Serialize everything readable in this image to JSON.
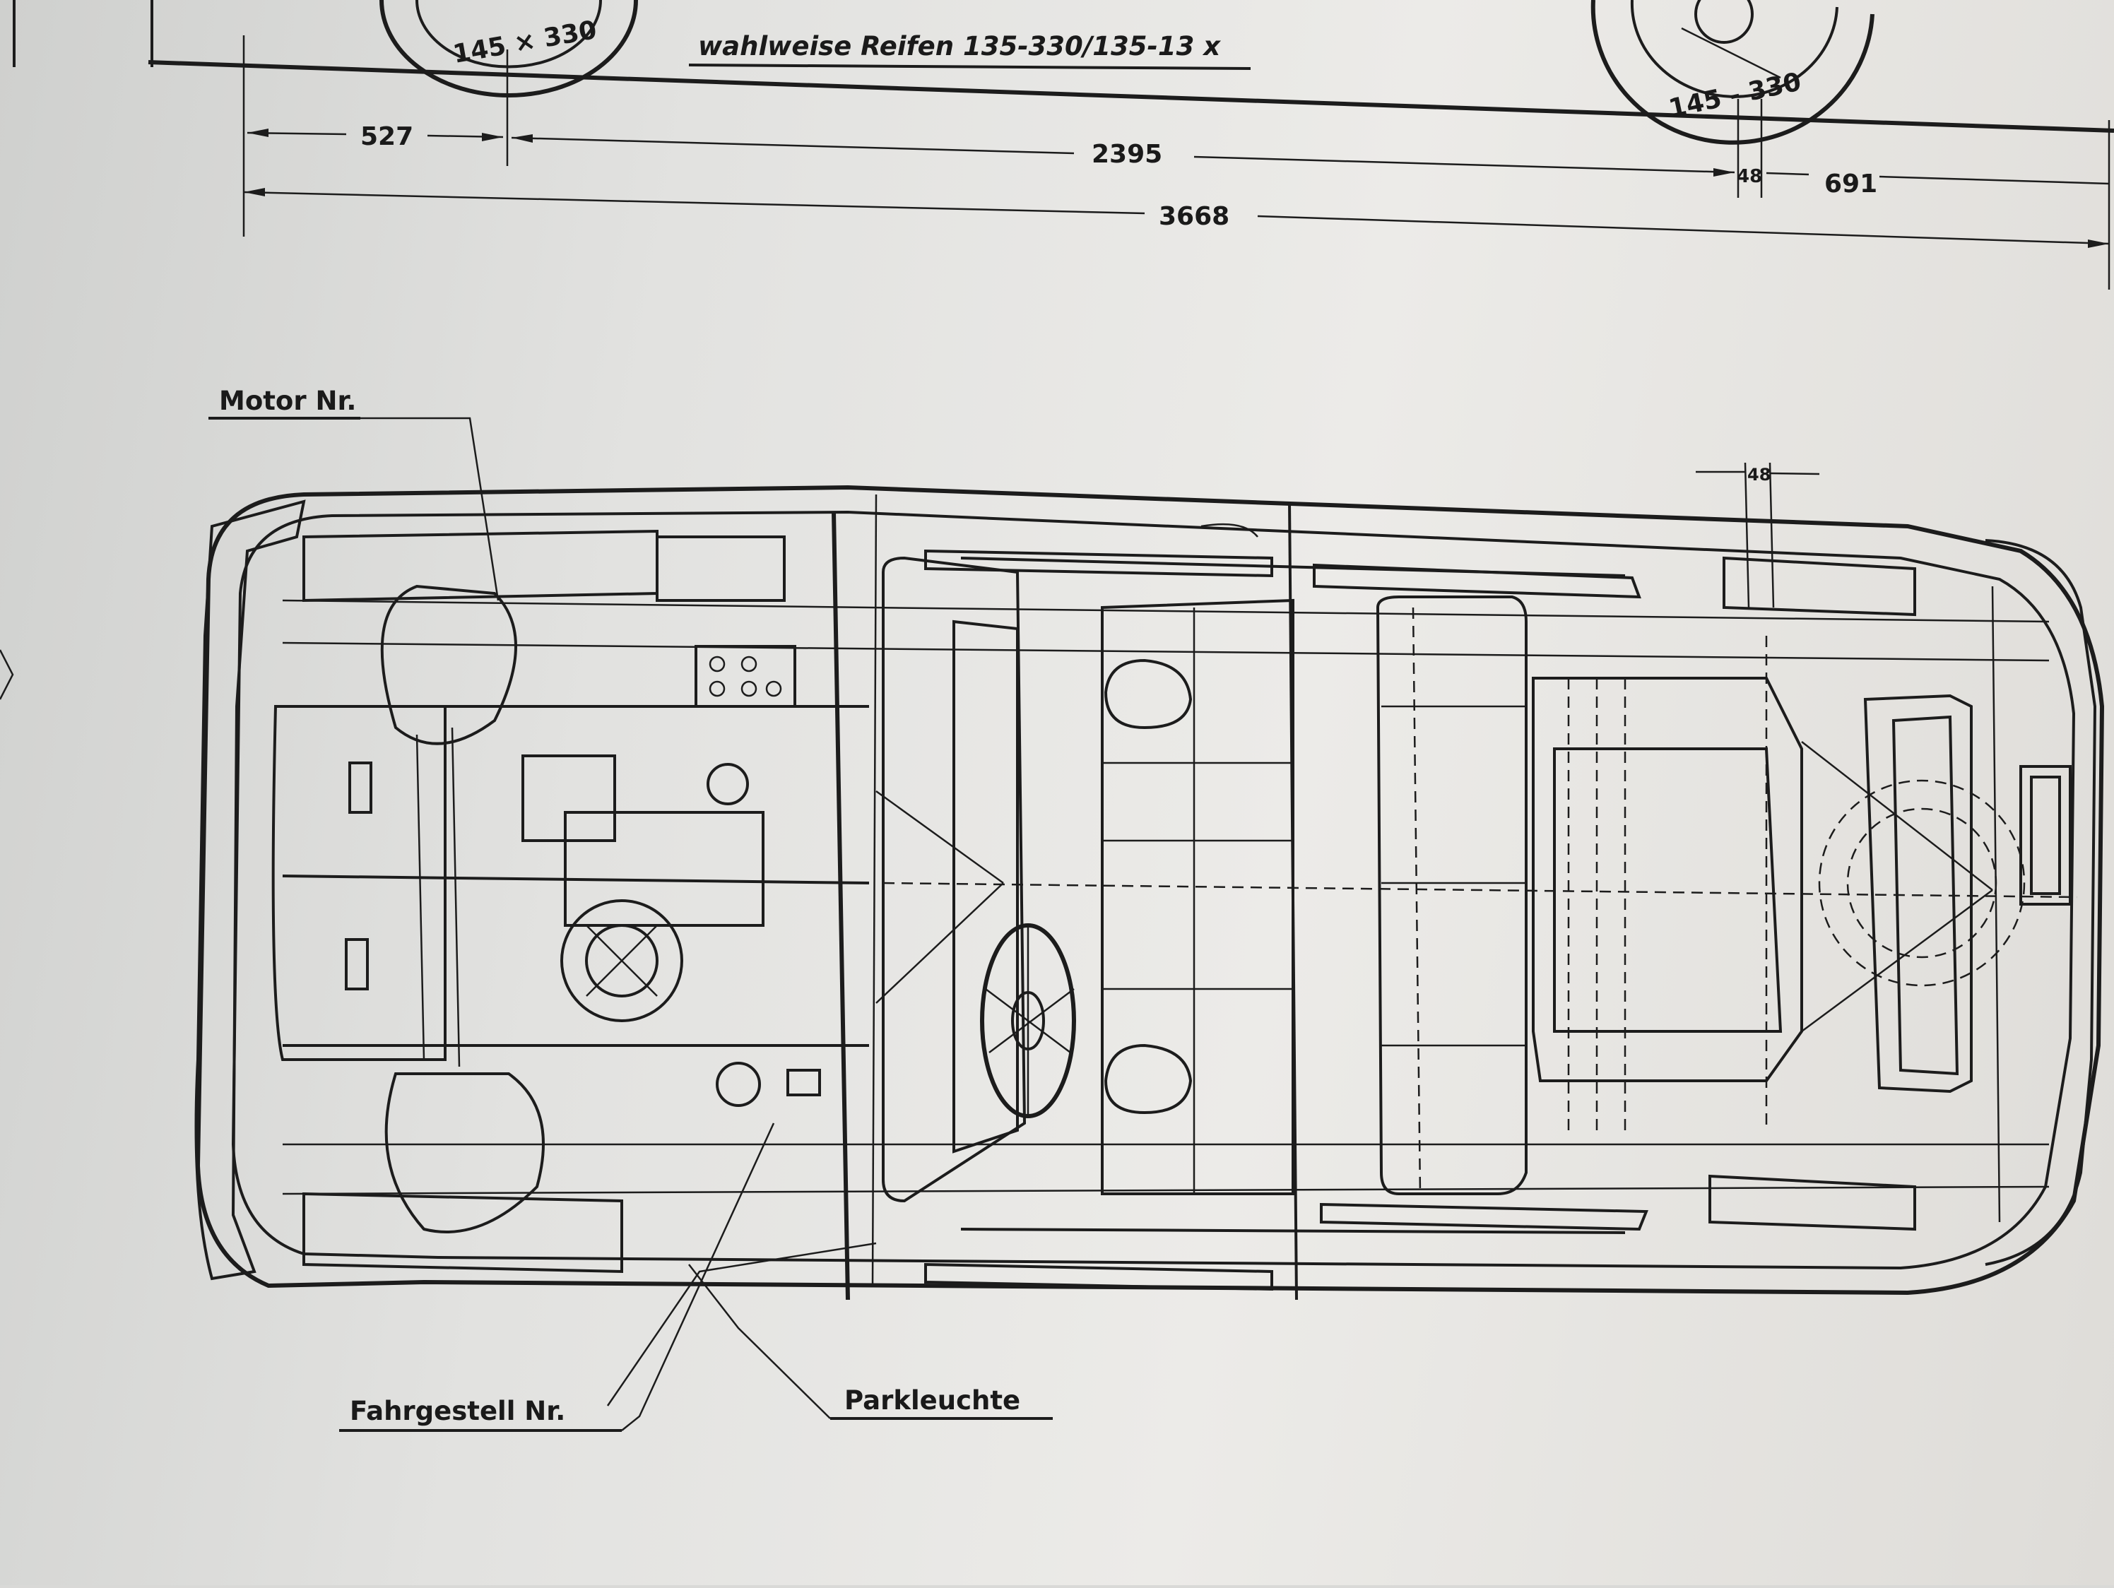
{
  "tire_option_label": "wahlweise Reifen 135-330/135-13 x",
  "front_tire_size": "145 × 330",
  "rear_tire_size": "145 - 330",
  "dimensions": {
    "front_overhang": "527",
    "wheelbase": "2395",
    "rear_offset": "48",
    "rear_overhang": "691",
    "total_length": "3668"
  },
  "plan_offset": "48",
  "callouts": {
    "engine_number": "Motor Nr.",
    "chassis_number": "Fahrgestell Nr.",
    "parking_light": "Parkleuchte"
  }
}
